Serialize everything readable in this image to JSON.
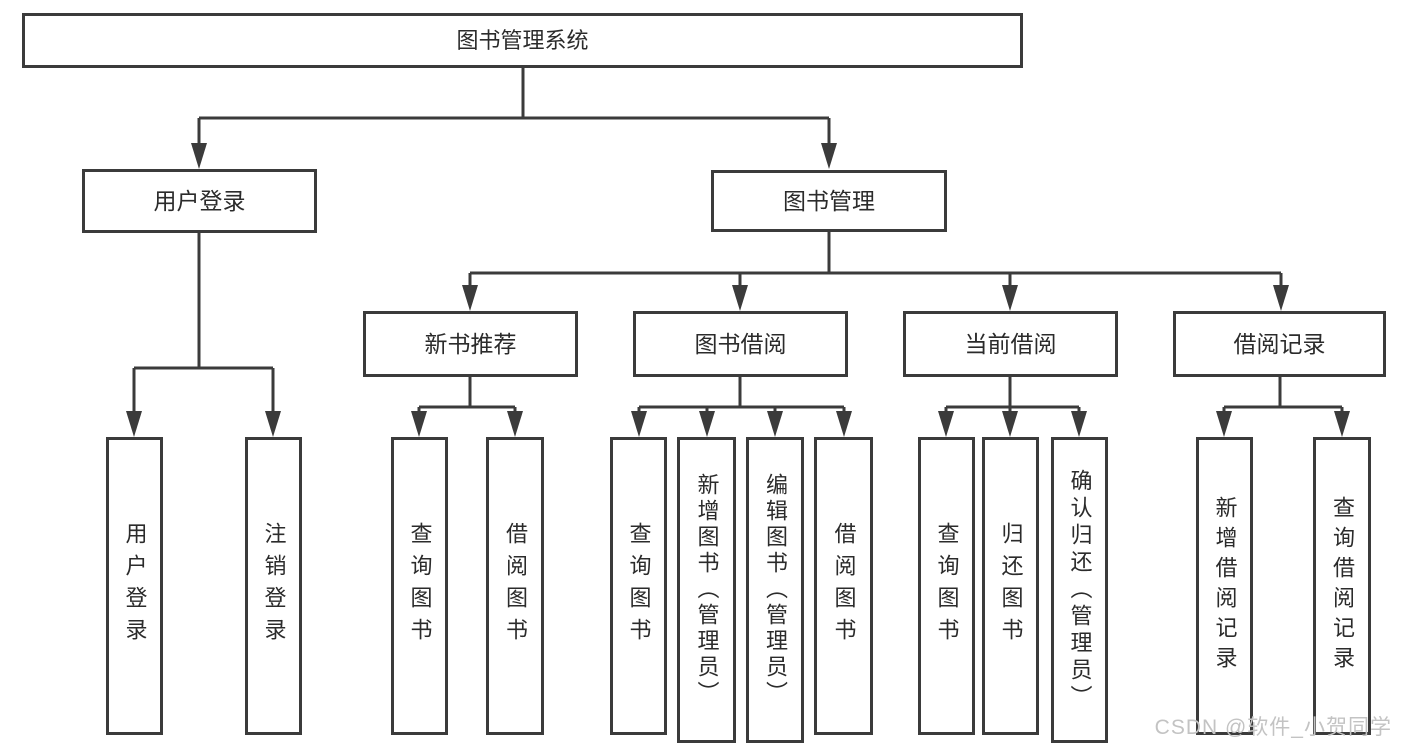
{
  "diagram": {
    "title_node": "图书管理系统",
    "colors": {
      "line": "#3b3b3b",
      "box_border": "#3b3b3b",
      "text": "#2b2b2b",
      "watermark": "#c3c3c3",
      "background": "#ffffff"
    },
    "nodes": {
      "root": {
        "label": "图书管理系统"
      },
      "user_login": {
        "label": "用户登录"
      },
      "book_mgmt": {
        "label": "图书管理"
      },
      "new_book_rec": {
        "label": "新书推荐"
      },
      "book_borrow": {
        "label": "图书借阅"
      },
      "current_borrow": {
        "label": "当前借阅"
      },
      "borrow_records": {
        "label": "借阅记录"
      },
      "leaf_user_login": {
        "label": "用户登录"
      },
      "leaf_logout": {
        "label": "注销登录"
      },
      "leaf_nbr_query": {
        "label": "查询图书"
      },
      "leaf_nbr_borrow": {
        "label": "借阅图书"
      },
      "leaf_bb_query": {
        "label": "查询图书"
      },
      "leaf_bb_add": {
        "label": "新增图书（管理员）"
      },
      "leaf_bb_edit": {
        "label": "编辑图书（管理员）"
      },
      "leaf_bb_borrow": {
        "label": "借阅图书"
      },
      "leaf_cb_query": {
        "label": "查询图书"
      },
      "leaf_cb_return": {
        "label": "归还图书"
      },
      "leaf_cb_confirm": {
        "label": "确认归还（管理员）"
      },
      "leaf_br_add": {
        "label": "新增借阅记录"
      },
      "leaf_br_query": {
        "label": "查询借阅记录"
      }
    },
    "watermark": {
      "text": "CSDN @软件_小贺同学"
    }
  }
}
